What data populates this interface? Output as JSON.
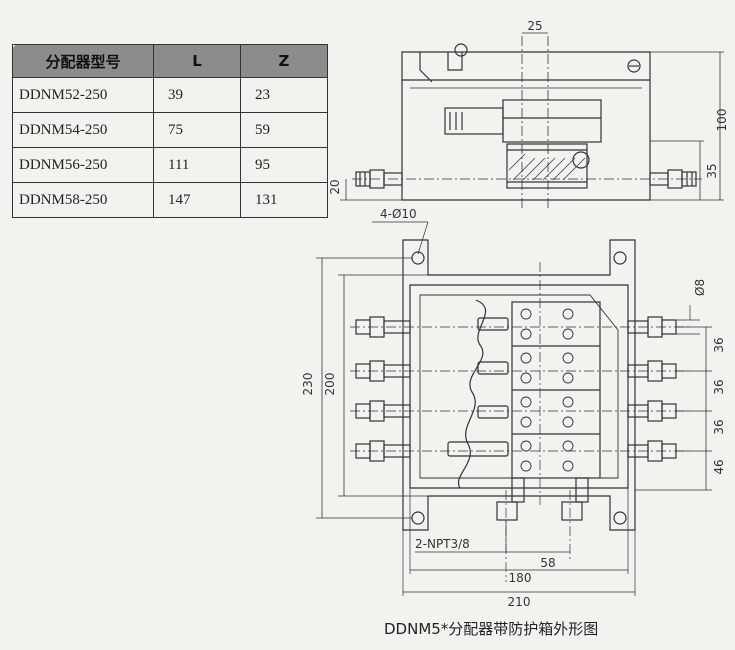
{
  "table": {
    "headers": [
      "分配器型号",
      "L",
      "Z"
    ],
    "rows": [
      [
        "DDNM52-250",
        "39",
        "23"
      ],
      [
        "DDNM54-250",
        "75",
        "59"
      ],
      [
        "DDNM56-250",
        "111",
        "95"
      ],
      [
        "DDNM58-250",
        "147",
        "131"
      ]
    ]
  },
  "dimensions": {
    "top_width": "25",
    "height_total": "100",
    "height_35": "35",
    "height_20": "20",
    "hole_spec": "4-Ø10",
    "dia_8": "Ø8",
    "pitch_36a": "36",
    "pitch_36b": "36",
    "pitch_36c": "36",
    "pitch_46": "46",
    "height_230": "230",
    "height_200": "200",
    "thread_spec": "2-NPT3/8",
    "width_58": "58",
    "width_180": "180",
    "width_210": "210"
  },
  "caption": "DDNM5*分配器带防护箱外形图"
}
